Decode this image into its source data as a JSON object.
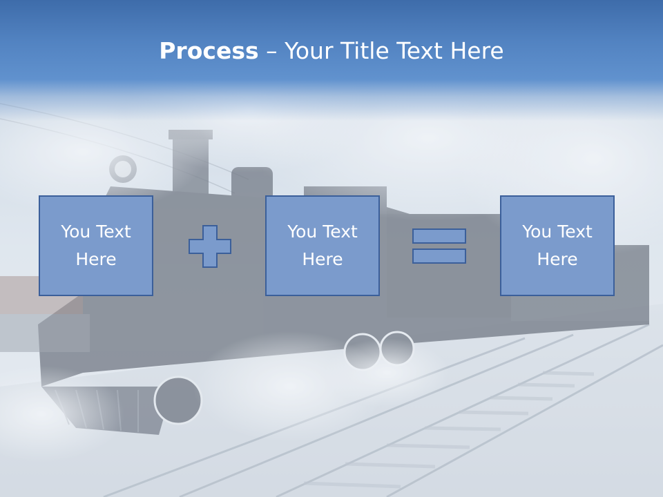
{
  "slide": {
    "title_bold": "Process",
    "title_rest": " – Your Title Text Here",
    "boxes": [
      {
        "text": "You Text Here"
      },
      {
        "text": "You Text Here"
      },
      {
        "text": "You Text Here"
      }
    ],
    "operators": [
      {
        "icon": "plus-icon"
      },
      {
        "icon": "equals-icon"
      }
    ]
  },
  "colors": {
    "title_band": "#4a7cc0",
    "box_fill": "#7b9bcc",
    "box_border": "#3b5f9a",
    "title_text": "#ffffff",
    "background_photo_tint": "#dfe5ec"
  },
  "background": {
    "image": "steam-locomotive-photo"
  }
}
